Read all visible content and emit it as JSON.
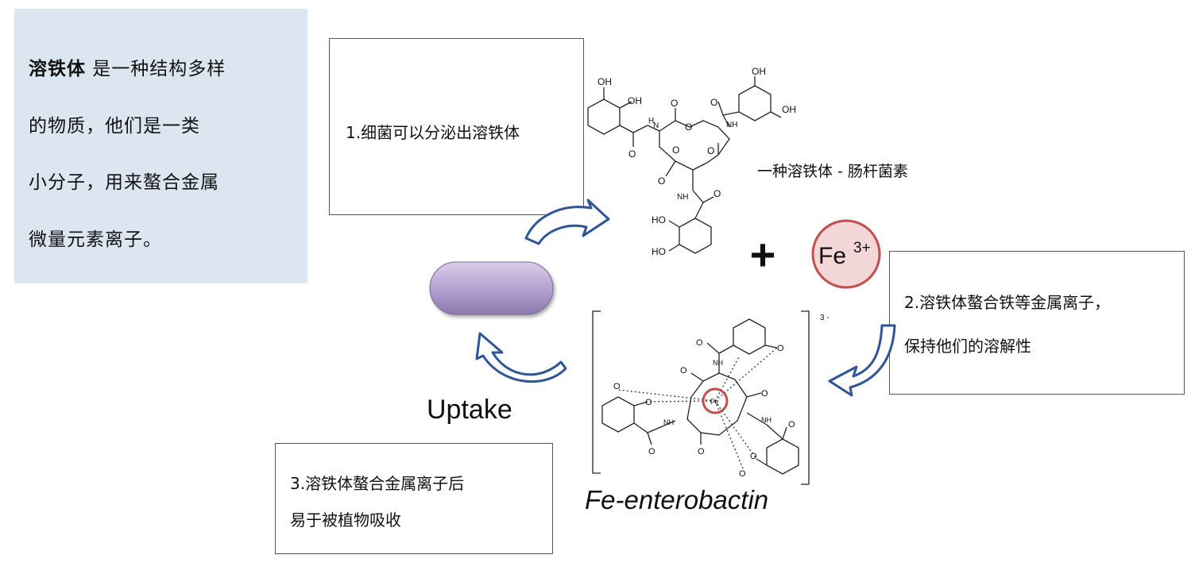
{
  "intro": {
    "term": "溶铁体",
    "line1_rest": " 是一种结构多样",
    "line2": "的物质，他们是一类",
    "line3": "小分子，用来螯合金属",
    "line4": "微量元素离子。"
  },
  "steps": {
    "step1": "1.细菌可以分泌出溶铁体",
    "step2_line1": "2.溶铁体螯合铁等金属离子，",
    "step2_line2": "保持他们的溶解性",
    "step3_line1": "3.溶铁体螯合金属离子后",
    "step3_line2": "易于被植物吸收"
  },
  "labels": {
    "enterobactin": "一种溶铁体 - 肠杆菌素",
    "plus": "+",
    "fe_ion": "Fe",
    "fe_charge": "3+",
    "uptake": "Uptake",
    "fe_enterobactin": "Fe-enterobactin",
    "complex_charge": "3 -",
    "fe_center": "Fe",
    "atom_oh": "OH",
    "atom_ho": "HO",
    "atom_o": "O",
    "atom_n": "N",
    "atom_h": "H",
    "atom_nh": "NH"
  },
  "colors": {
    "info_bg": "#dce6f1",
    "arrow_fill": "#ffffff",
    "arrow_stroke": "#2f5597",
    "bacterium": "#b9a6d3",
    "fe_circle_fill": "#f3d6d6",
    "fe_circle_stroke": "#c0504d"
  }
}
